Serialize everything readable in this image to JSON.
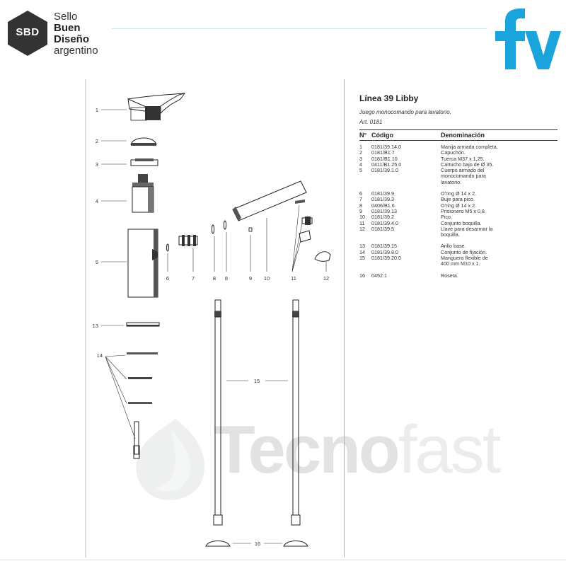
{
  "brand": {
    "sbd_badge": "SBD",
    "sbd_line1": "Sello",
    "sbd_line2": "Buen",
    "sbd_line3": "Diseño",
    "sbd_line4": "argentino",
    "fv_logo": "fv"
  },
  "watermark": {
    "part1": "Tecno",
    "part2": "fast"
  },
  "panel": {
    "title": "Línea 39 Libby",
    "subtitle": "Juego monocomando para lavatorio.",
    "article": "Art. 0181",
    "headers": {
      "n": "N°",
      "code": "Código",
      "name": "Denominación"
    }
  },
  "parts": [
    {
      "n": "1",
      "code": "0181/39.14.0",
      "name": [
        "Manija armada completa."
      ]
    },
    {
      "n": "2",
      "code": "0181/B1.7",
      "name": [
        "Capuchón."
      ]
    },
    {
      "n": "3",
      "code": "0181/B1.10",
      "name": [
        "Tuerca M37 x 1,25."
      ]
    },
    {
      "n": "4",
      "code": "0411/B1.25.0",
      "name": [
        "Cartucho bajo de Ø 35."
      ]
    },
    {
      "n": "5",
      "code": "0181/39.1.0",
      "name": [
        "Cuerpo armado del",
        "monocomando para",
        "lavatorio."
      ]
    },
    {
      "n": "6",
      "code": "0181/39.9",
      "name": [
        "O'ring Ø 14 x 2."
      ]
    },
    {
      "n": "7",
      "code": "0181/39.3",
      "name": [
        "Buje para pico."
      ]
    },
    {
      "n": "8",
      "code": "0406/B1.6",
      "name": [
        "O'ring Ø 14 x 2."
      ]
    },
    {
      "n": "9",
      "code": "0181/39.13",
      "name": [
        "Prisionero M5 x 0,8."
      ]
    },
    {
      "n": "10",
      "code": "0181/39.2",
      "name": [
        "Pico."
      ]
    },
    {
      "n": "11",
      "code": "0181/39.4.0",
      "name": [
        "Conjunto boquilla."
      ]
    },
    {
      "n": "12",
      "code": "0181/39.5",
      "name": [
        "Llave para desarmar la",
        "boquilla."
      ]
    },
    {
      "n": "13",
      "code": "0181/39.15",
      "name": [
        "Arillo base."
      ]
    },
    {
      "n": "14",
      "code": "0181/39.8.0",
      "name": [
        "Conjunto de fijación."
      ]
    },
    {
      "n": "15",
      "code": "0181/39.20.0",
      "name": [
        "Manguera flexible de",
        "400 mm M10 x 1."
      ]
    },
    {
      "n": "16",
      "code": "0452.1",
      "name": [
        "Roseta."
      ]
    }
  ],
  "diagram_labels": {
    "l1": "1",
    "l2": "2",
    "l3": "3",
    "l4": "4",
    "l5": "5",
    "l6": "6",
    "l7": "7",
    "l8a": "8",
    "l8b": "8",
    "l9": "9",
    "l10": "10",
    "l11": "11",
    "l12": "12",
    "l13": "13",
    "l14": "14",
    "l15": "15",
    "l16": "16"
  },
  "colors": {
    "fv_blue": "#1aa4dc",
    "sbd_dark": "#333333",
    "rule": "#cfe3ec"
  }
}
